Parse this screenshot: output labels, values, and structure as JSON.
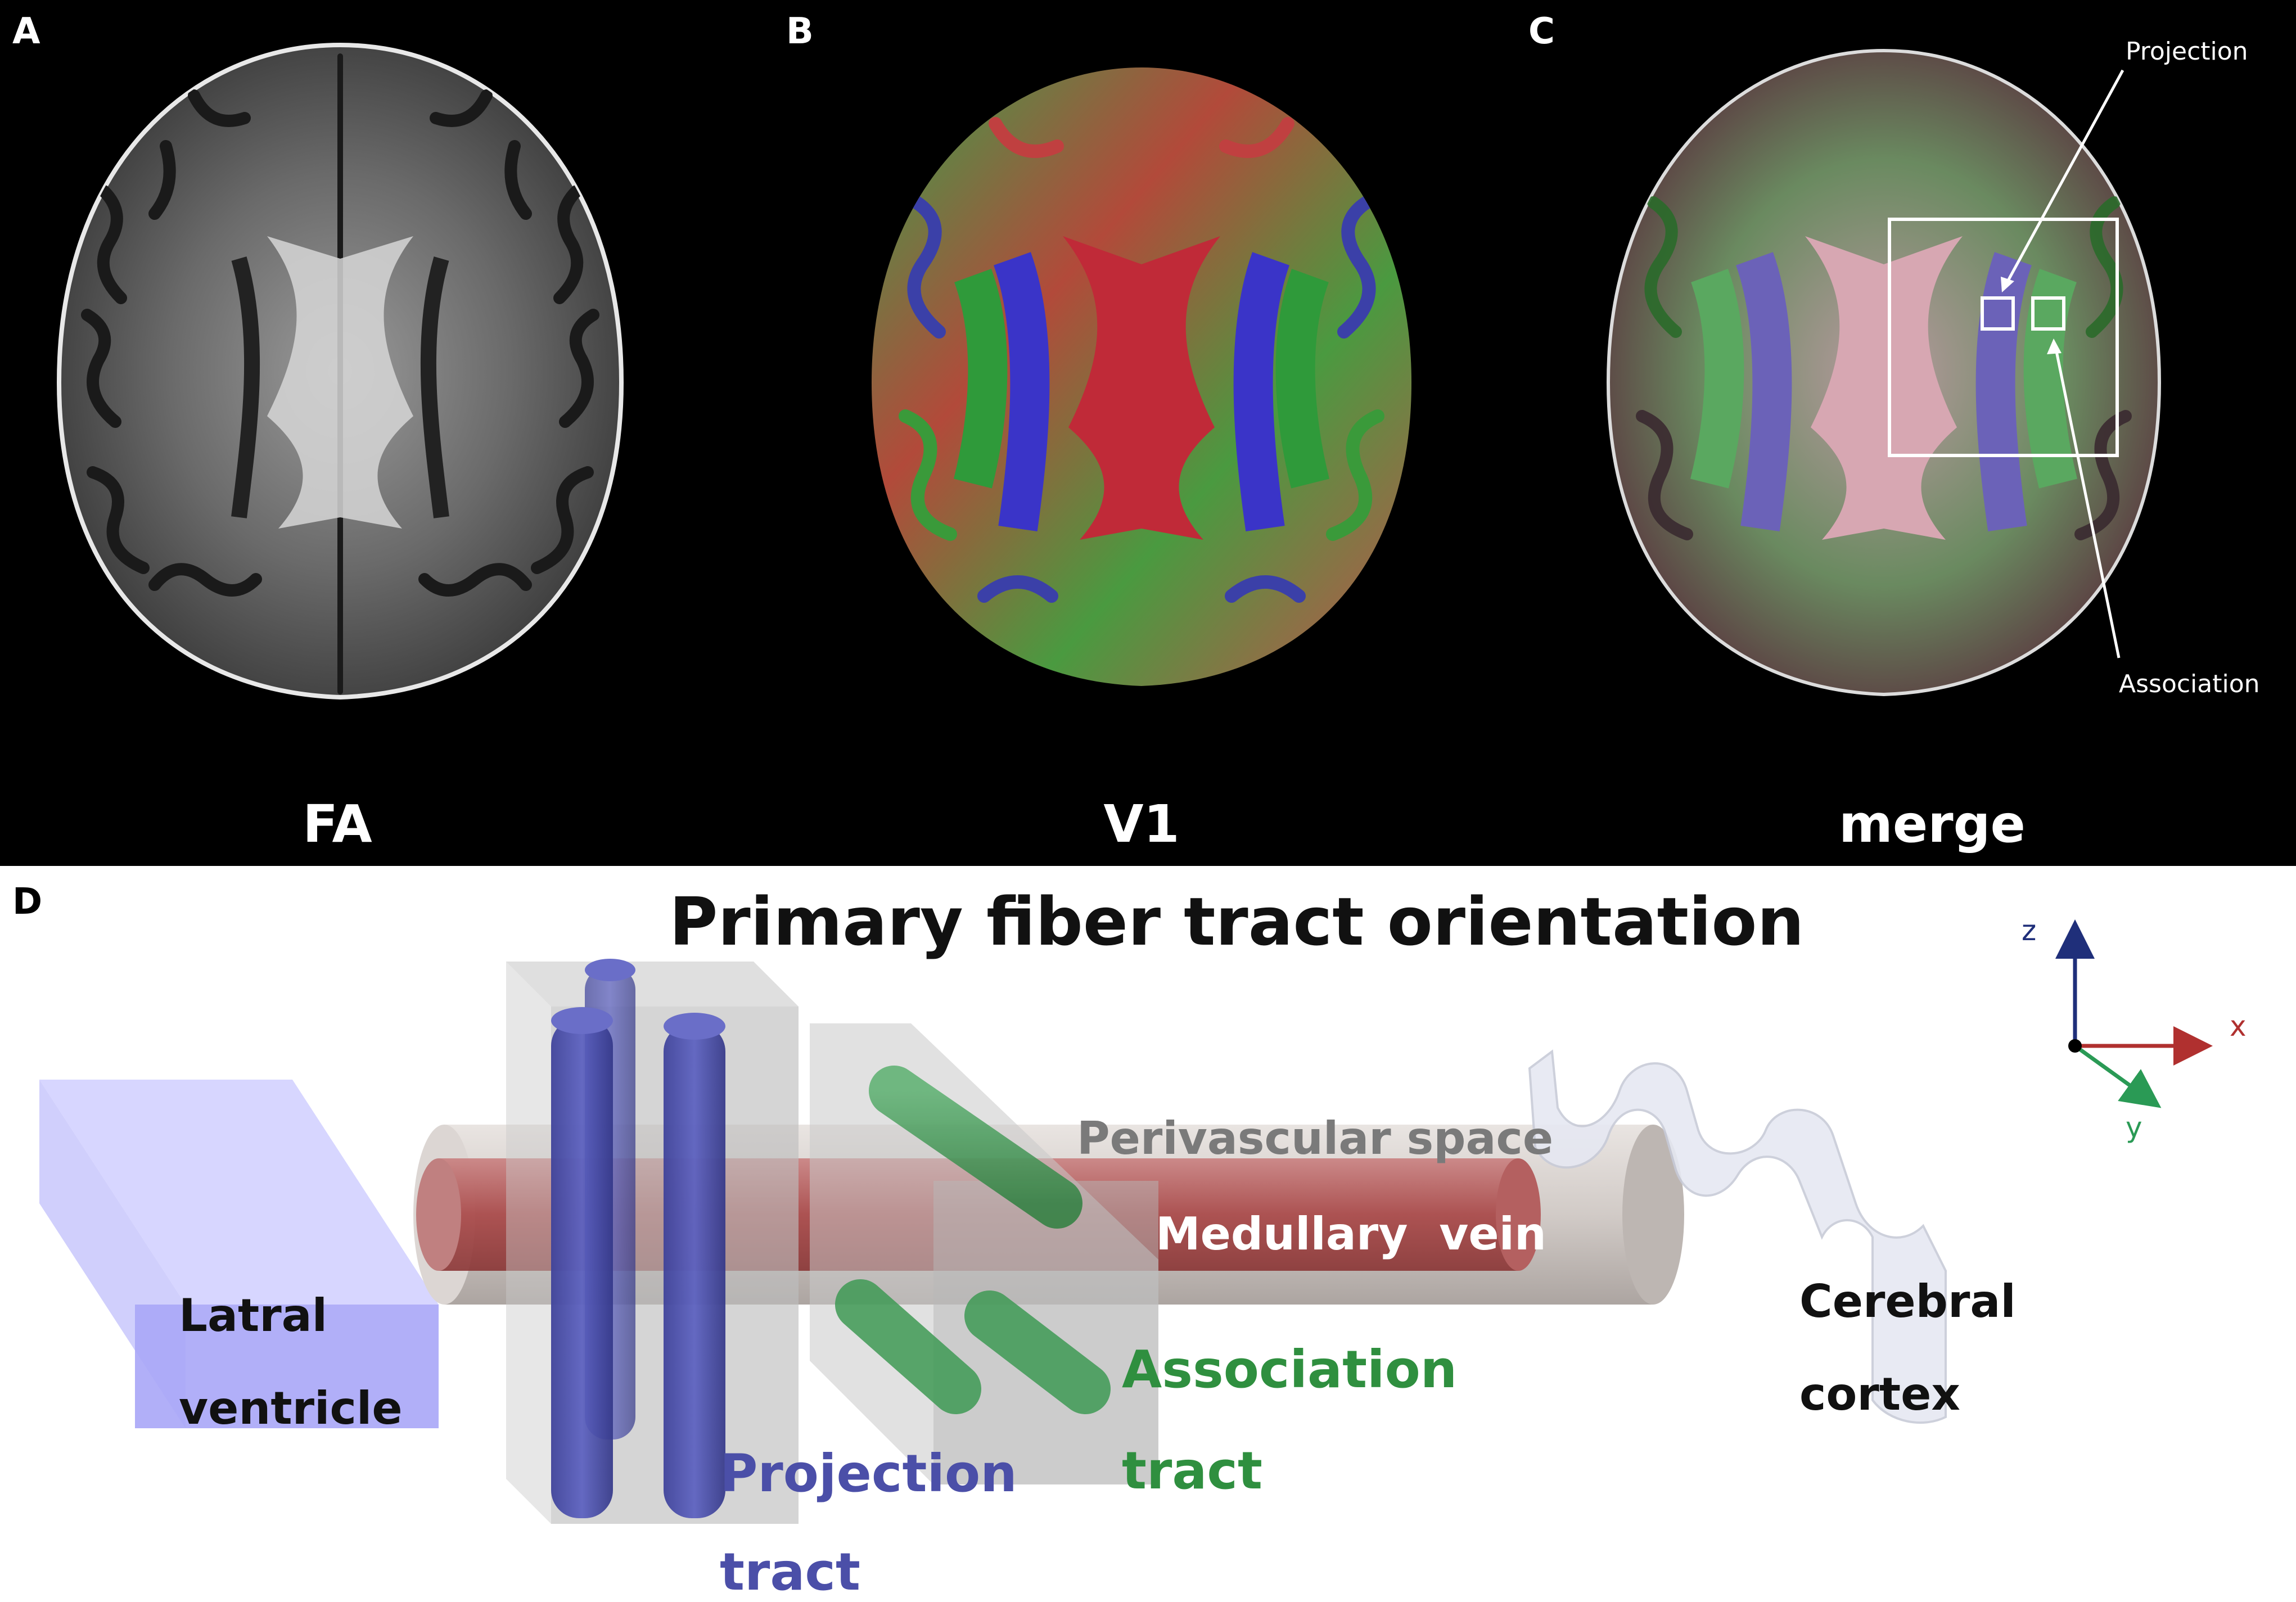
{
  "panels": {
    "a": {
      "letter": "A",
      "caption": "FA"
    },
    "b": {
      "letter": "B",
      "caption": "V1"
    },
    "c": {
      "letter": "C",
      "caption": "merge",
      "annotation_projection": "Projection",
      "annotation_association": "Association"
    },
    "d": {
      "letter": "D",
      "title": "Primary fiber tract orientation",
      "labels": {
        "lateral_ventricle_1": "Latral",
        "lateral_ventricle_2": "ventricle",
        "projection_tract_1": "Projection",
        "projection_tract_2": "tract",
        "association_tract_1": "Association",
        "association_tract_2": "tract",
        "perivascular_space": "Perivascular space",
        "medullary_vein": "Medullary  vein",
        "cerebral_cortex_1": "Cerebral",
        "cerebral_cortex_2": "cortex"
      },
      "axes": {
        "z": "z",
        "x": "x",
        "y": "y"
      }
    }
  },
  "colors": {
    "projection": "#4b4fa8",
    "association": "#2f8f3f",
    "vein": "#b34a4a",
    "ventricle": "#a9a8f5",
    "axis_z": "#1f2f7a",
    "axis_x": "#b0302f",
    "axis_y": "#2a9a55"
  }
}
